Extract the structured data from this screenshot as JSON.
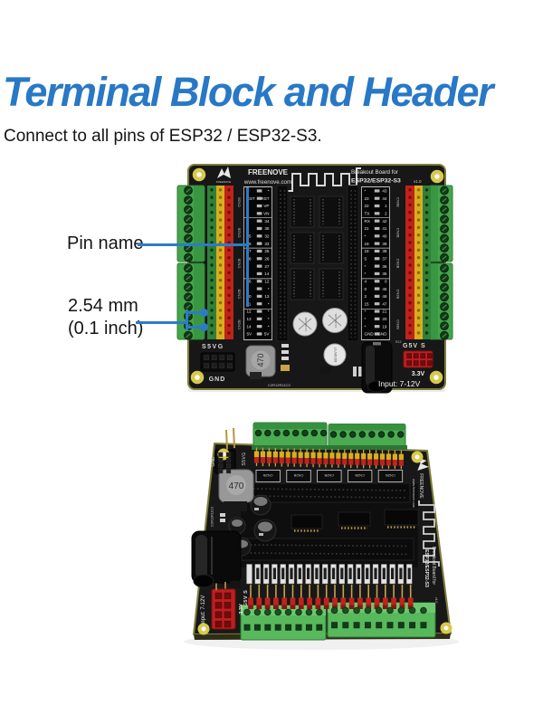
{
  "header": {
    "title": "Terminal Block and Header",
    "subtitle": "Connect to all pins of ESP32 / ESP32-S3."
  },
  "annotations": {
    "pin_name": "Pin name",
    "pitch_line1": "2.54 mm",
    "pitch_line2": "(0.1 inch)"
  },
  "board": {
    "brand": "FREENOVE",
    "website": "www.freenove.com",
    "product_line1": "Breakout Board for",
    "product_line2": "ESP32/ESP32-S3",
    "version": "v1.0",
    "left_rail_label": "S5VG",
    "right_rail_label": "G5V S",
    "gnd_label": "GND",
    "v33_label": "3.3V",
    "input_label": "Input: 7-12V",
    "inductor_value": "470",
    "silk_ref": "C2R12R11C3",
    "cap_marking": "100 16V VT",
    "cap_small_marking": "1A A61 G8L",
    "right_ref": "R13",
    "left_group_labels": [
      "CN2B",
      "CN2B",
      "CN2B",
      "CN2B",
      "CN2B"
    ],
    "right_group_labels": [
      "CN3B",
      "CN3B",
      "CN3B",
      "CN3B",
      "CN3B"
    ],
    "left_pins": [
      [
        "*",
        "*"
      ],
      [
        "RST",
        "RST"
      ],
      [
        "4",
        "VP"
      ],
      [
        "5",
        "VN"
      ],
      [
        "6",
        "34"
      ],
      [
        "7",
        "35"
      ],
      [
        "15",
        "32"
      ],
      [
        "16",
        "33"
      ],
      [
        "17",
        "25"
      ],
      [
        "18",
        "26"
      ],
      [
        "8",
        "27"
      ],
      [
        "3",
        "14"
      ],
      [
        "46",
        "12"
      ],
      [
        "9",
        "*"
      ],
      [
        "10",
        "13"
      ],
      [
        "11",
        "*"
      ],
      [
        "12",
        "*"
      ],
      [
        "13",
        "*"
      ],
      [
        "14",
        "*"
      ],
      [
        "5V",
        "5V"
      ]
    ],
    "right_pins": [
      [
        "*",
        "43"
      ],
      [
        "23",
        "44"
      ],
      [
        "22",
        "1"
      ],
      [
        "TX",
        "2"
      ],
      [
        "RX",
        "42"
      ],
      [
        "21",
        "41"
      ],
      [
        "*",
        "40"
      ],
      [
        "19",
        "39"
      ],
      [
        "18",
        "38"
      ],
      [
        "5",
        "37"
      ],
      [
        "*",
        "36"
      ],
      [
        "*",
        "35"
      ],
      [
        "4",
        "0"
      ],
      [
        "0",
        "45"
      ],
      [
        "2",
        "48"
      ],
      [
        "15",
        "47"
      ],
      [
        "*",
        "21"
      ],
      [
        "*",
        "20"
      ],
      [
        "*",
        "19"
      ],
      [
        "GND",
        "GND"
      ]
    ]
  },
  "colors": {
    "accent": "#2878c6",
    "callout_blue": "#2b7cc8",
    "pcb": "#171717",
    "board_edge": "#7e7e3b",
    "terminal_green": "#46a84c",
    "header_yellow": "#d9ae1d",
    "header_red": "#bf231c",
    "mount_ring": "#d8c84e",
    "silk": "#e8e8e8",
    "gold": "#c9a24b"
  }
}
